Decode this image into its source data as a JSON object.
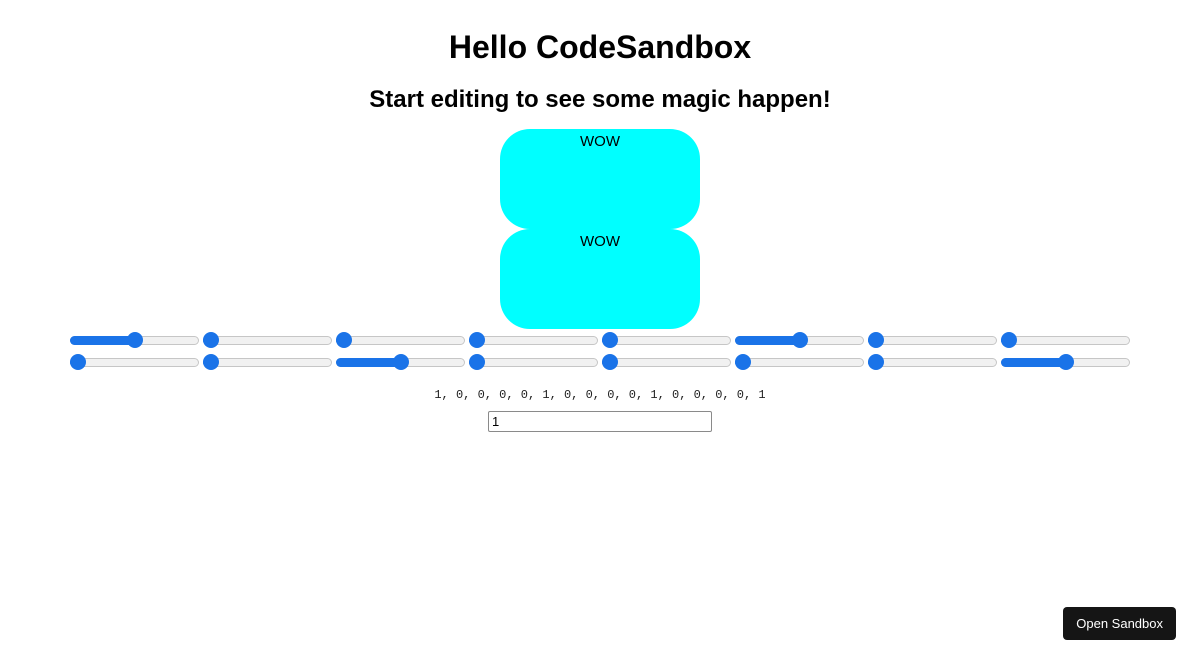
{
  "header": {
    "title": "Hello CodeSandbox",
    "subtitle": "Start editing to see some magic happen!"
  },
  "boxes": [
    {
      "label": "WOW"
    },
    {
      "label": "WOW"
    }
  ],
  "sliders": {
    "min": 0,
    "max": 2,
    "rows": [
      [
        1,
        0,
        0,
        0,
        0,
        1,
        0,
        0
      ],
      [
        0,
        0,
        1,
        0,
        0,
        0,
        0,
        1
      ]
    ]
  },
  "values_line": "1, 0, 0, 0, 0, 1, 0, 0, 0, 0, 1, 0, 0, 0, 0, 1",
  "input": {
    "value": "1"
  },
  "button": {
    "label": "Open Sandbox"
  },
  "colors": {
    "slider_accent": "#1a73e8",
    "box_background": "#00ffff",
    "button_background": "#151515"
  }
}
